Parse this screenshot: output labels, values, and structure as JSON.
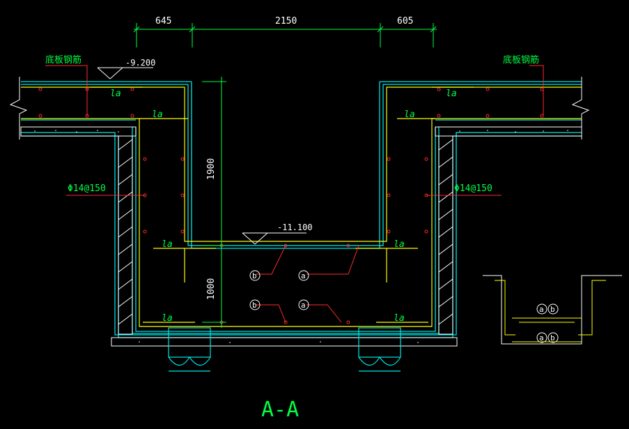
{
  "colors": {
    "background": "#000000",
    "concrete": "#00e5e5",
    "rebar": "#ffff00",
    "dimension": "#00ff44",
    "leader": "#ff2a2a",
    "text": "#ffffff"
  },
  "dimensions": {
    "top_left": "645",
    "top_middle": "2150",
    "top_right": "605",
    "vertical_upper": "1900",
    "vertical_lower": "1000"
  },
  "labels": {
    "slab_rebar_left": "底板钢筋",
    "slab_rebar_right": "底板钢筋",
    "rebar_spec_left": "Φ14@150",
    "rebar_spec_right": "Φ14@150",
    "anchor": "la"
  },
  "elevations": {
    "top": "-9.200",
    "bottom": "-11.100"
  },
  "bar_marks": {
    "a": "a",
    "b": "b"
  },
  "section_title": "A-A"
}
